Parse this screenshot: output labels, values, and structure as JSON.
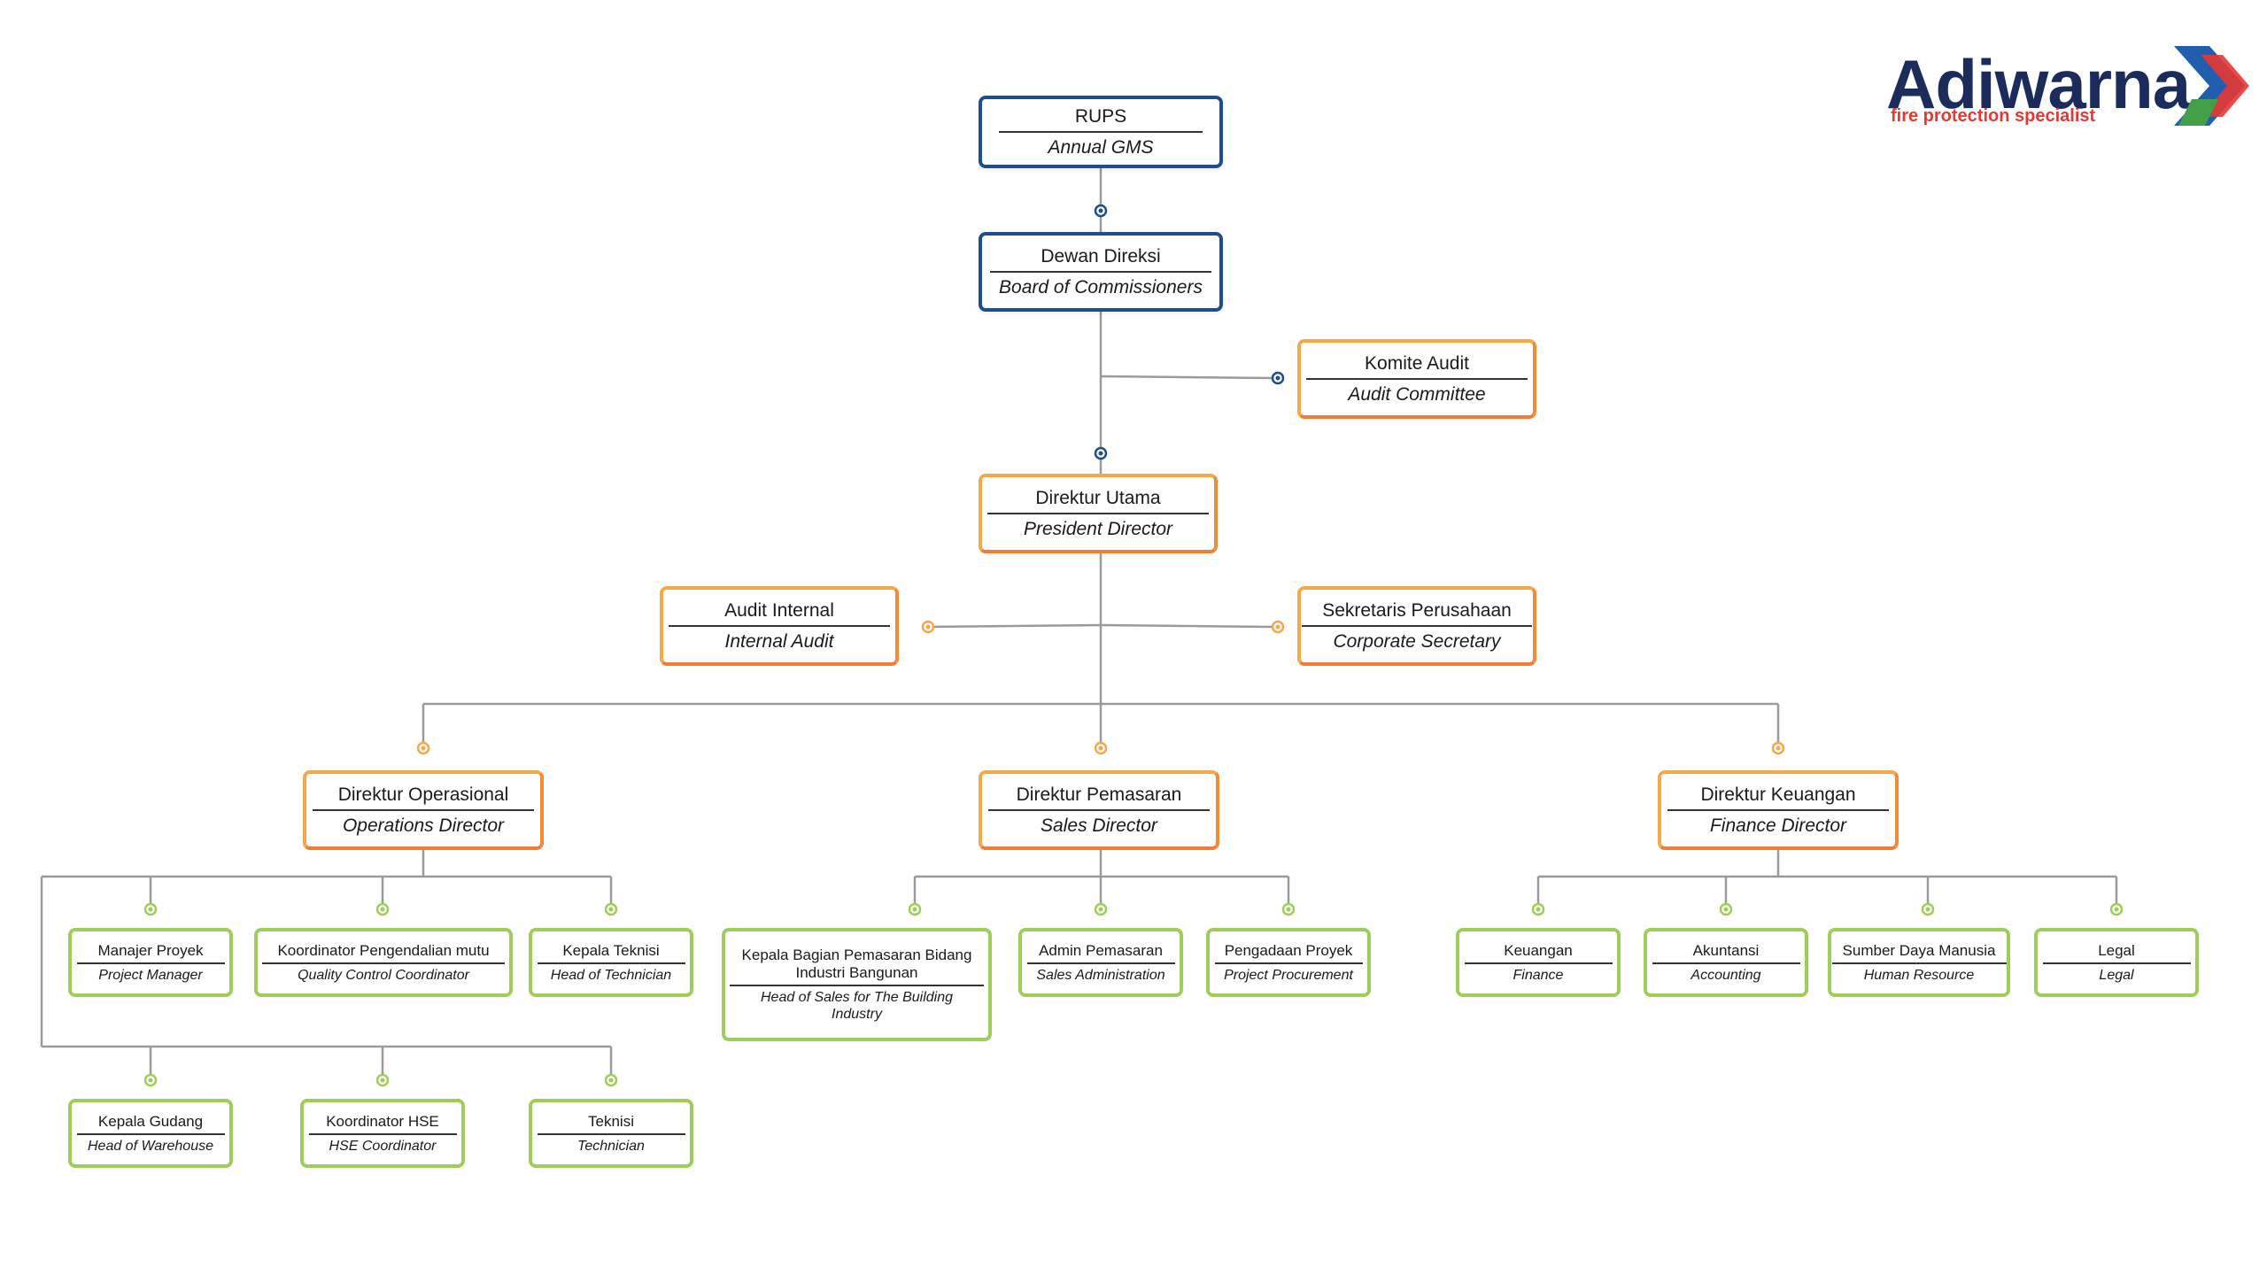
{
  "logo": {
    "name": "Adiwarna",
    "tagline": "fire protection specialist"
  },
  "colors": {
    "top": "#1f4f8b",
    "mid": "#f4a84a",
    "leaf": "#9fcd5a",
    "line": "#9a9a9a"
  },
  "nodes": {
    "rups": {
      "title": "RUPS",
      "subtitle": "Annual GMS"
    },
    "dewan": {
      "title": "Dewan Direksi",
      "subtitle": "Board of Commissioners"
    },
    "komite": {
      "title": "Komite Audit",
      "subtitle": "Audit Committee"
    },
    "dirut": {
      "title": "Direktur Utama",
      "subtitle": "President Director"
    },
    "audit_internal": {
      "title": "Audit Internal",
      "subtitle": "Internal Audit"
    },
    "sekretaris": {
      "title": "Sekretaris Perusahaan",
      "subtitle": "Corporate Secretary"
    },
    "dir_ops": {
      "title": "Direktur Operasional",
      "subtitle": "Operations Director"
    },
    "dir_pemasaran": {
      "title": "Direktur Pemasaran",
      "subtitle": "Sales Director"
    },
    "dir_keuangan": {
      "title": "Direktur Keuangan",
      "subtitle": "Finance Director"
    },
    "manajer_proyek": {
      "title": "Manajer Proyek",
      "subtitle": "Project Manager"
    },
    "koordinator_qc": {
      "title": "Koordinator Pengendalian mutu",
      "subtitle": "Quality Control Coordinator"
    },
    "kepala_teknisi": {
      "title": "Kepala Teknisi",
      "subtitle": "Head of Technician"
    },
    "kepala_gudang": {
      "title": "Kepala Gudang",
      "subtitle": "Head of Warehouse"
    },
    "koordinator_hse": {
      "title": "Koordinator HSE",
      "subtitle": "HSE Coordinator"
    },
    "teknisi": {
      "title": "Teknisi",
      "subtitle": "Technician"
    },
    "kepala_bagian_pemasaran": {
      "title": "Kepala Bagian Pemasaran Bidang Industri Bangunan",
      "subtitle": "Head of Sales for The Building Industry"
    },
    "admin_pemasaran": {
      "title": "Admin Pemasaran",
      "subtitle": "Sales Administration"
    },
    "pengadaan_proyek": {
      "title": "Pengadaan Proyek",
      "subtitle": "Project Procurement"
    },
    "keuangan": {
      "title": "Keuangan",
      "subtitle": "Finance"
    },
    "akuntansi": {
      "title": "Akuntansi",
      "subtitle": "Accounting"
    },
    "sdm": {
      "title": "Sumber Daya Manusia",
      "subtitle": "Human Resource"
    },
    "legal": {
      "title": "Legal",
      "subtitle": "Legal"
    }
  }
}
